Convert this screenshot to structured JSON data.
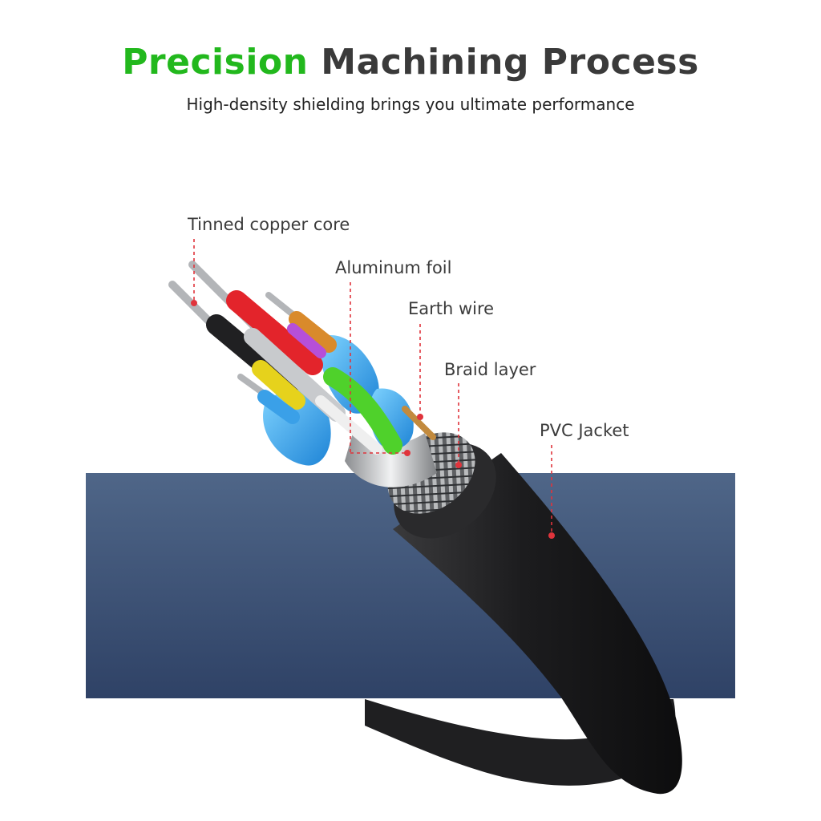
{
  "header": {
    "title_accent": "Precision",
    "title_rest": "Machining Process",
    "subtitle": "High-density shielding brings you ultimate performance"
  },
  "callouts": {
    "copper_core": "Tinned copper core",
    "aluminum_foil": "Aluminum foil",
    "earth_wire": "Earth wire",
    "braid_layer": "Braid layer",
    "pvc_jacket": "PVC Jacket"
  },
  "colors": {
    "accent_green": "#22b81d",
    "title_gray": "#3a3a3a",
    "panel_blue": "#3f5578",
    "callout_red": "#e0343c",
    "jacket_black": "#1c1c1e"
  }
}
